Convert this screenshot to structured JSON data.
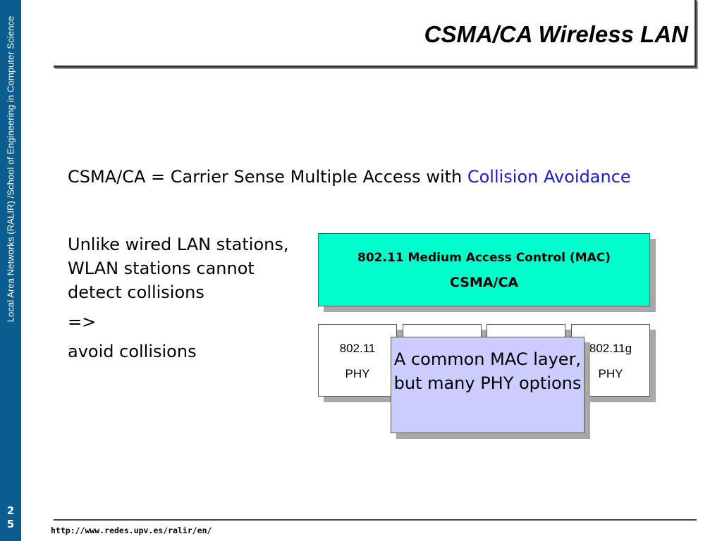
{
  "sidebar": {
    "text": "Local Area Networks (RALIR) /School of Engineering in Computer Science",
    "page_number_top": "2",
    "page_number_bottom": "5"
  },
  "header": {
    "title": "CSMA/CA Wireless LAN"
  },
  "definition": {
    "prefix": "CSMA/CA  =  Carrier Sense Multiple Access with ",
    "highlight": "Collision Avoidance",
    "highlight_color": "#1a1ad6"
  },
  "body": {
    "line1": "Unlike wired LAN stations, WLAN stations cannot detect collisions",
    "line2": "=>",
    "line3": "avoid collisions"
  },
  "diagram": {
    "mac_box": {
      "line1": "802.11  Medium Access Control (MAC)",
      "line2": "CSMA/CA",
      "color": "#00ffcc"
    },
    "phy_boxes": [
      {
        "name": "802.11",
        "label": "PHY"
      },
      {
        "name": "",
        "label": ""
      },
      {
        "name": "",
        "label": ""
      },
      {
        "name": "802.11g",
        "label": "PHY"
      }
    ],
    "callout": {
      "text": "A common MAC layer, but many PHY options",
      "color": "#ccccff"
    }
  },
  "footer": {
    "url": "http://www.redes.upv.es/ralir/en/"
  }
}
